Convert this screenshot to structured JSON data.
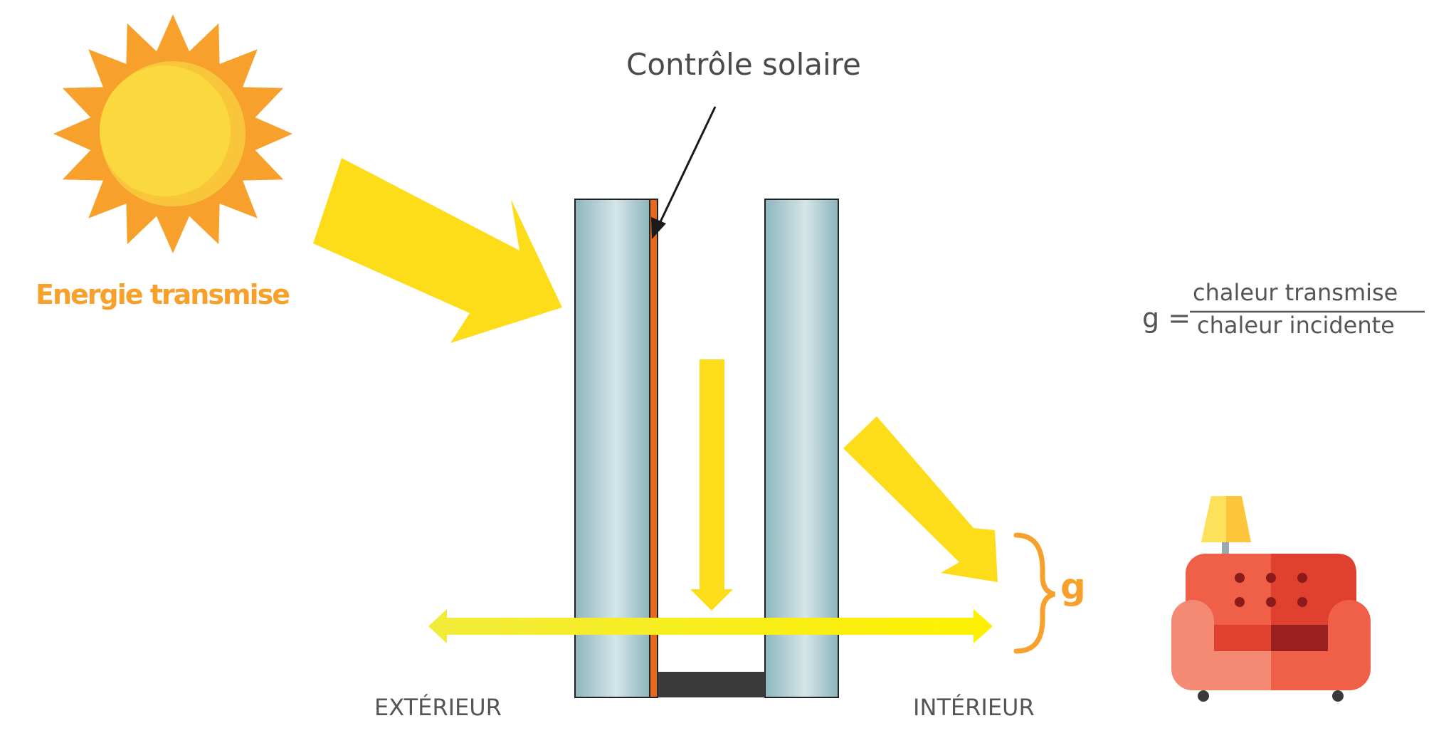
{
  "labels": {
    "title": "Contrôle solaire",
    "energy": "Energie transmise",
    "exterior": "EXTÉRIEUR",
    "interior": "INTÉRIEUR",
    "g_symbol": "g"
  },
  "formula": {
    "lhs": "g =",
    "numerator": "chaleur transmise",
    "denominator": "chaleur incidente"
  },
  "colors": {
    "sun_ray": "#f7a12c",
    "sun_core": "#fcd535",
    "arrow_yellow": "#fddd1a",
    "glass": "#8fb9c3",
    "coating": "#e8681d",
    "spacer": "#3a3a3a",
    "brace": "#f7a12c",
    "sofa": "#f05f47",
    "lamp": "#fdc53a"
  }
}
